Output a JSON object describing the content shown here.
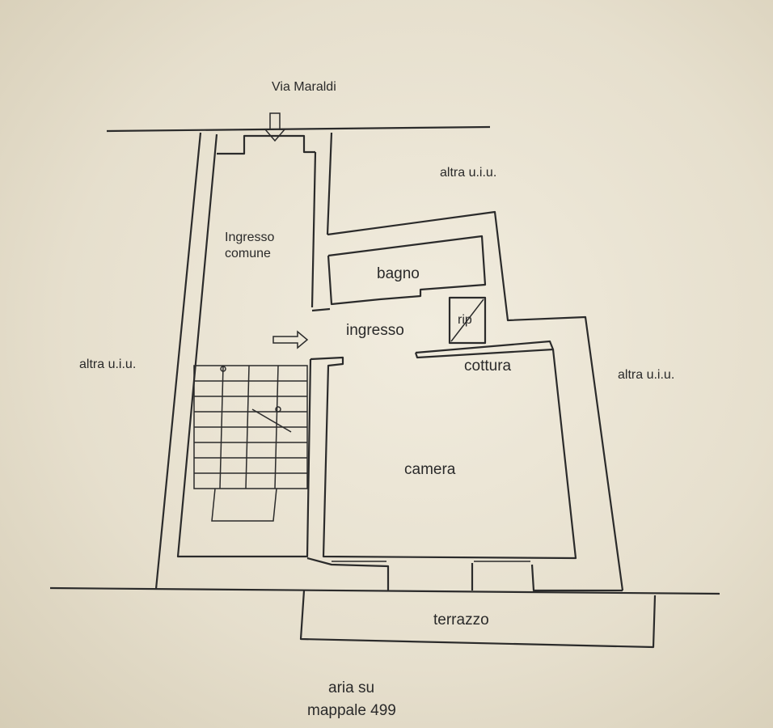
{
  "labels": {
    "street": "Via Maraldi",
    "other_unit_top": "altra u.i.u.",
    "other_unit_left": "altra u.i.u.",
    "other_unit_right": "altra u.i.u.",
    "common_entrance_1": "Ingresso",
    "common_entrance_2": "comune",
    "bathroom": "bagno",
    "storage": "rip",
    "entrance": "ingresso",
    "kitchen": "cottura",
    "bedroom": "camera",
    "terrace": "terrazzo",
    "air_1": "aria su",
    "air_2": "mappale 499"
  }
}
